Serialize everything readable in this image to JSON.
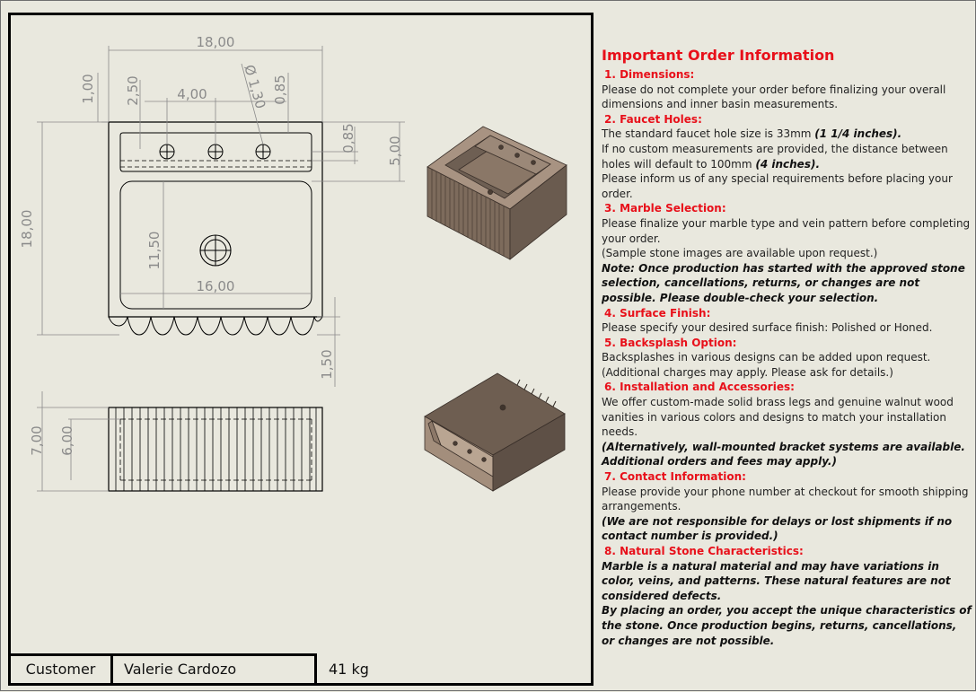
{
  "dimensions": {
    "overall_width": "18,00",
    "hole_spacing": "4,00",
    "offset_side": "2,50",
    "top_offset": "1,00",
    "hole_diameter": "Ø 1,30",
    "hole_edge_offset": "0,85",
    "hole_row_offset": "0,85",
    "ledge_depth": "5,00",
    "overall_depth": "18,00",
    "basin_depth": "11,50",
    "basin_width": "16,00",
    "lip": "1,50",
    "height_outer": "7,00",
    "height_inner": "6,00"
  },
  "title_block": {
    "customer_label": "Customer",
    "customer_name": "Valerie Cardozo",
    "weight": "41 kg"
  },
  "colors": {
    "accent": "#e8101a",
    "marble_light": "#a89382",
    "marble_mid": "#8c7a6a",
    "marble_dark": "#5e5046"
  },
  "notes": {
    "title": "Important Order Information",
    "sections": [
      {
        "heading": "1. Dimensions:",
        "paragraphs": [
          [
            {
              "t": "Please do not complete your order before finalizing your overall dimensions and inner basin measurements."
            }
          ]
        ]
      },
      {
        "heading": "2. Faucet Holes:",
        "paragraphs": [
          [
            {
              "t": "The standard faucet hole size is 33mm "
            },
            {
              "t": "(1 1/4 inches).",
              "b": true
            }
          ],
          [
            {
              "t": "If no custom measurements are provided, the distance between holes will default to 100mm "
            },
            {
              "t": "(4 inches).",
              "b": true
            }
          ],
          [
            {
              "t": "Please inform us of any special requirements before placing your order."
            }
          ]
        ]
      },
      {
        "heading": "3. Marble Selection:",
        "paragraphs": [
          [
            {
              "t": "Please finalize your marble type and vein pattern before completing your order."
            }
          ],
          [
            {
              "t": "(Sample stone images are available upon request.)"
            }
          ],
          [
            {
              "t": "Note: Once production has started with the approved stone selection, cancellations, returns, or changes are not possible. Please double-check your selection.",
              "b": true
            }
          ]
        ]
      },
      {
        "heading": "4. Surface Finish:",
        "paragraphs": [
          [
            {
              "t": "Please specify your desired surface finish: Polished or Honed."
            }
          ]
        ]
      },
      {
        "heading": "5. Backsplash Option:",
        "paragraphs": [
          [
            {
              "t": "Backsplashes in various designs can be added upon request."
            }
          ],
          [
            {
              "t": "(Additional charges may apply. Please ask for details.)"
            }
          ]
        ]
      },
      {
        "heading": "6. Installation and Accessories:",
        "paragraphs": [
          [
            {
              "t": "We offer custom-made solid brass legs and genuine walnut wood vanities in various colors and designs to match your installation needs."
            }
          ],
          [
            {
              "t": "(Alternatively, wall-mounted bracket systems are available. Additional orders and fees may apply.)",
              "b": true
            }
          ]
        ]
      },
      {
        "heading": "7. Contact Information:",
        "paragraphs": [
          [
            {
              "t": "Please provide your phone number at checkout for smooth shipping arrangements."
            }
          ],
          [
            {
              "t": "(We are not responsible for delays or lost shipments if no contact number is provided.)",
              "b": true
            }
          ]
        ]
      },
      {
        "heading": "8. Natural Stone Characteristics:",
        "paragraphs": [
          [
            {
              "t": "Marble is a natural material and may have variations in color, veins, and patterns. These natural features are not considered defects.",
              "b": true
            }
          ],
          [
            {
              "t": "By placing an order, you accept the unique characteristics of the stone. Once production begins, returns, cancellations, or changes are not possible.",
              "b": true
            }
          ]
        ]
      }
    ]
  }
}
